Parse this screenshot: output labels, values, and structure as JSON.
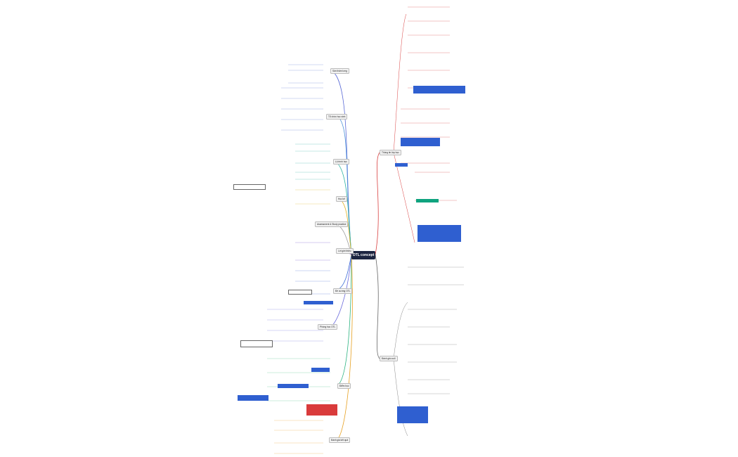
{
  "mindmap": {
    "central_topic": "OTL concept",
    "left_branches": [
      {
        "label": "Sản thâm lưng"
      },
      {
        "label": "Tổ chức học sinh"
      },
      {
        "label": "Lộ trình học"
      },
      {
        "label": "Học kế"
      },
      {
        "label": "Assessment & Study practice"
      },
      {
        "label": "Lời giới thiệu"
      },
      {
        "label": "Đề cương OTL"
      },
      {
        "label": "Phòng học OTL"
      },
      {
        "label": "Điểm học"
      },
      {
        "label": "Đánh giá kết quả"
      }
    ],
    "right_branches": [
      {
        "label": "Thông tin lớp học"
      },
      {
        "label": "Đánh giá cuối"
      }
    ]
  }
}
